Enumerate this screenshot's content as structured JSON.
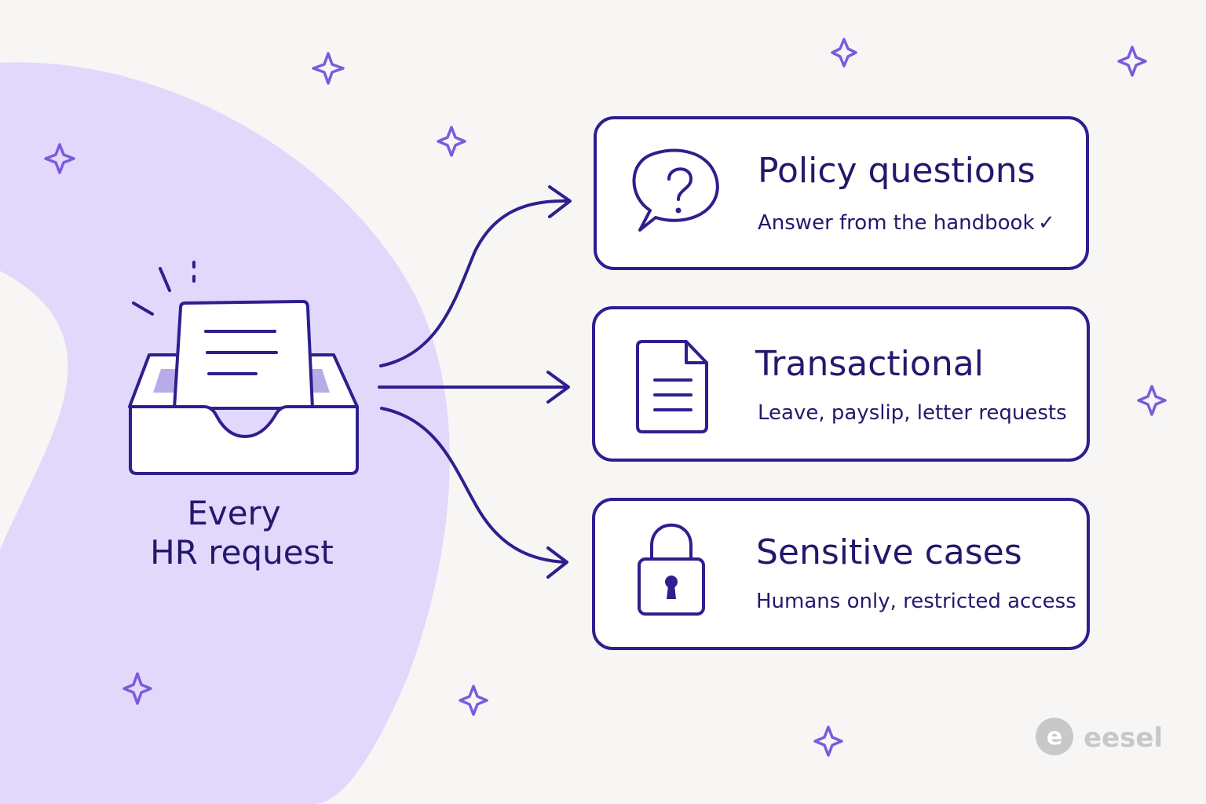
{
  "source": {
    "label_line1": "Every",
    "label_line2": "HR request",
    "icon": "inbox-tray-icon"
  },
  "categories": [
    {
      "title": "Policy questions",
      "subtitle": "Answer from the handbook",
      "check_mark": "✓",
      "icon": "question-bubble-icon"
    },
    {
      "title": "Transactional",
      "subtitle": "Leave, payslip, letter requests",
      "icon": "document-icon"
    },
    {
      "title": "Sensitive cases",
      "subtitle": "Humans only, restricted access",
      "icon": "padlock-icon"
    }
  ],
  "brand": {
    "name": "eesel",
    "logo_letter": "e"
  },
  "colors": {
    "accent": "#2e1f8f",
    "blob": "#e2d8fb",
    "background": "#f7f6f5",
    "sparkle": "#7b5bdc",
    "brand_gray": "#c8c8c8"
  }
}
